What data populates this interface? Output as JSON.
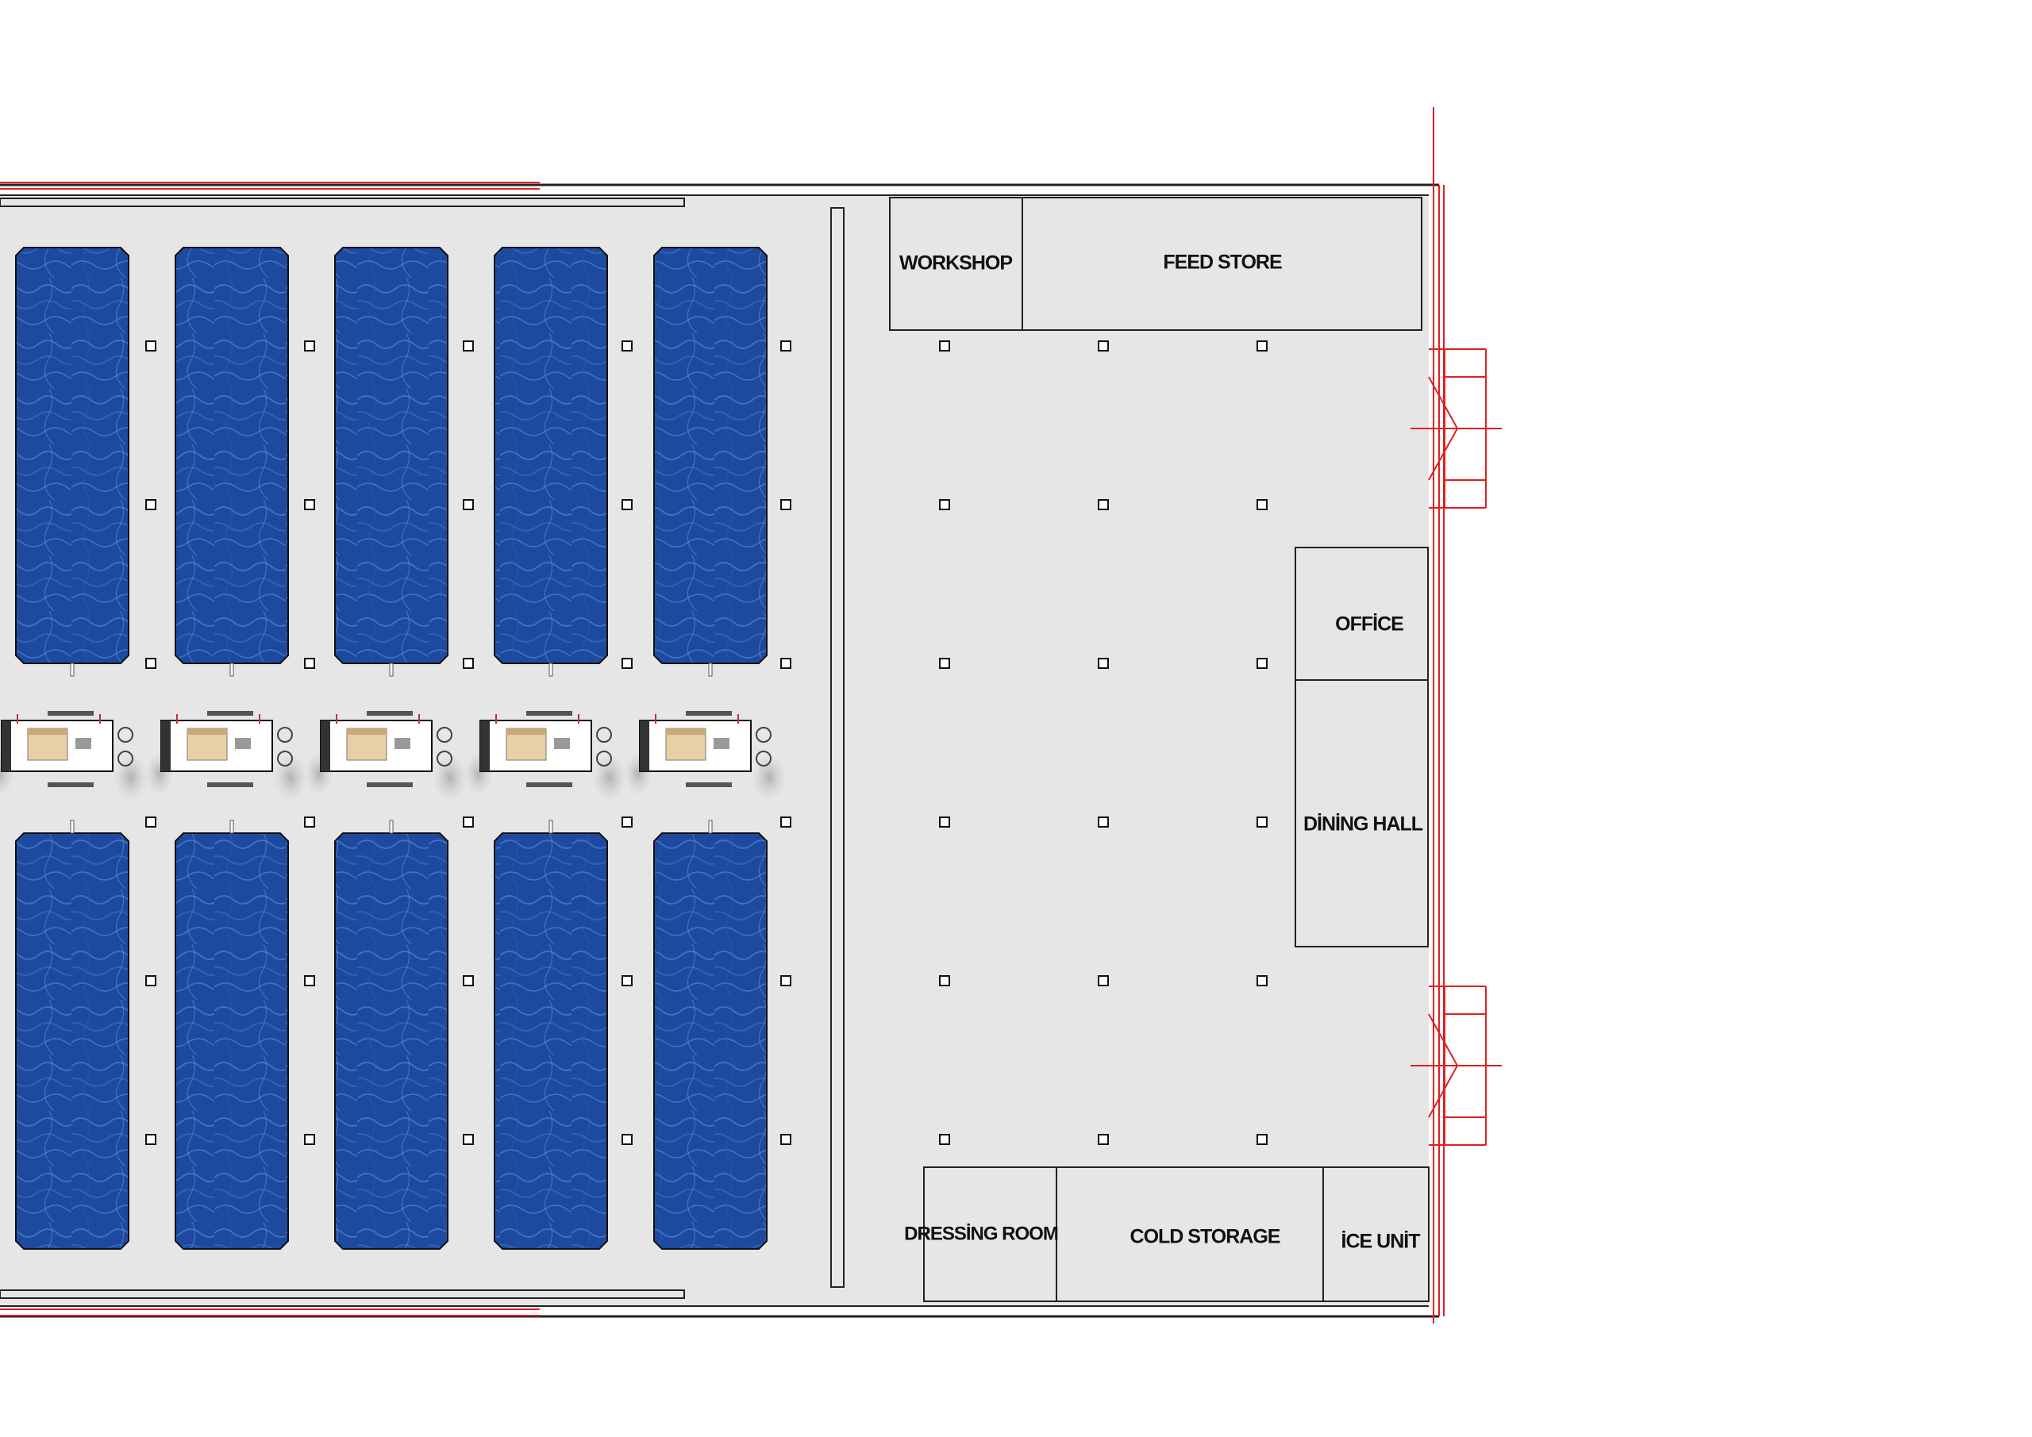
{
  "plan": {
    "colors": {
      "background": "#ffffff",
      "floor": "#e6e6e6",
      "wall": "#222222",
      "red_line": "#e02020",
      "pond_water": "#1f4ea3",
      "pond_highlight": "#4f86d8",
      "column": "#111111",
      "aerator_box": "#e8cfa5"
    },
    "ponds": {
      "rows": 2,
      "columns_visible": 5,
      "aerator_units": 5
    },
    "rooms": {
      "workshop": "WORKSHOP",
      "feed_store": "FEED STORE",
      "office": "OFFİCE",
      "dining_hall": "DİNİNG HALL",
      "dressing_room": "DRESSİNG ROOM",
      "cold_storage": "COLD STORAGE",
      "ice_unit": "İCE UNİT"
    },
    "doors": 2
  }
}
